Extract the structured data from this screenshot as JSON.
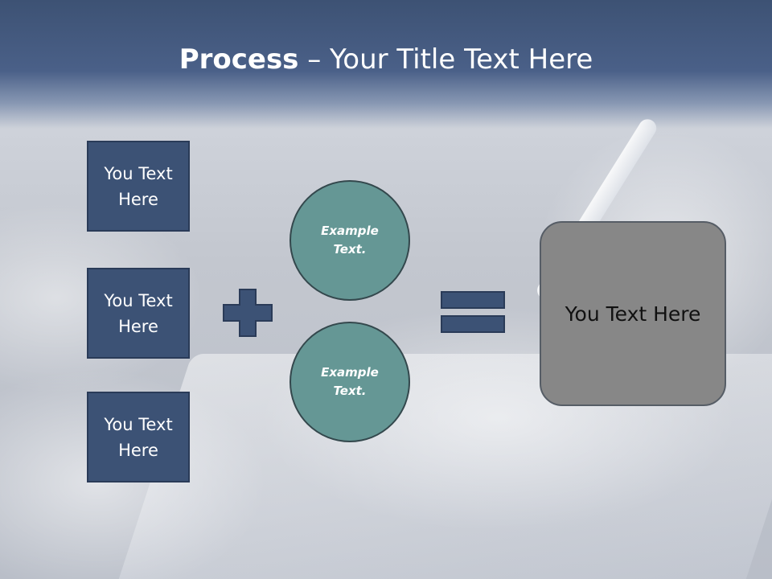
{
  "title": {
    "bold": "Process",
    "rest": " – Your Title Text Here"
  },
  "inputs": [
    {
      "label": "You Text Here"
    },
    {
      "label": "You Text Here"
    },
    {
      "label": "You Text Here"
    }
  ],
  "circles": [
    {
      "label": "Example Text."
    },
    {
      "label": "Example Text."
    }
  ],
  "result": {
    "label": "You Text Here"
  },
  "icons": {
    "plus": "plus-icon",
    "equals": "equals-icon"
  },
  "colors": {
    "header": "#3d5274",
    "box_fill": "#3c5275",
    "circle_fill": "#659795",
    "result_fill": "#878787",
    "operator_fill": "#3c5275"
  }
}
